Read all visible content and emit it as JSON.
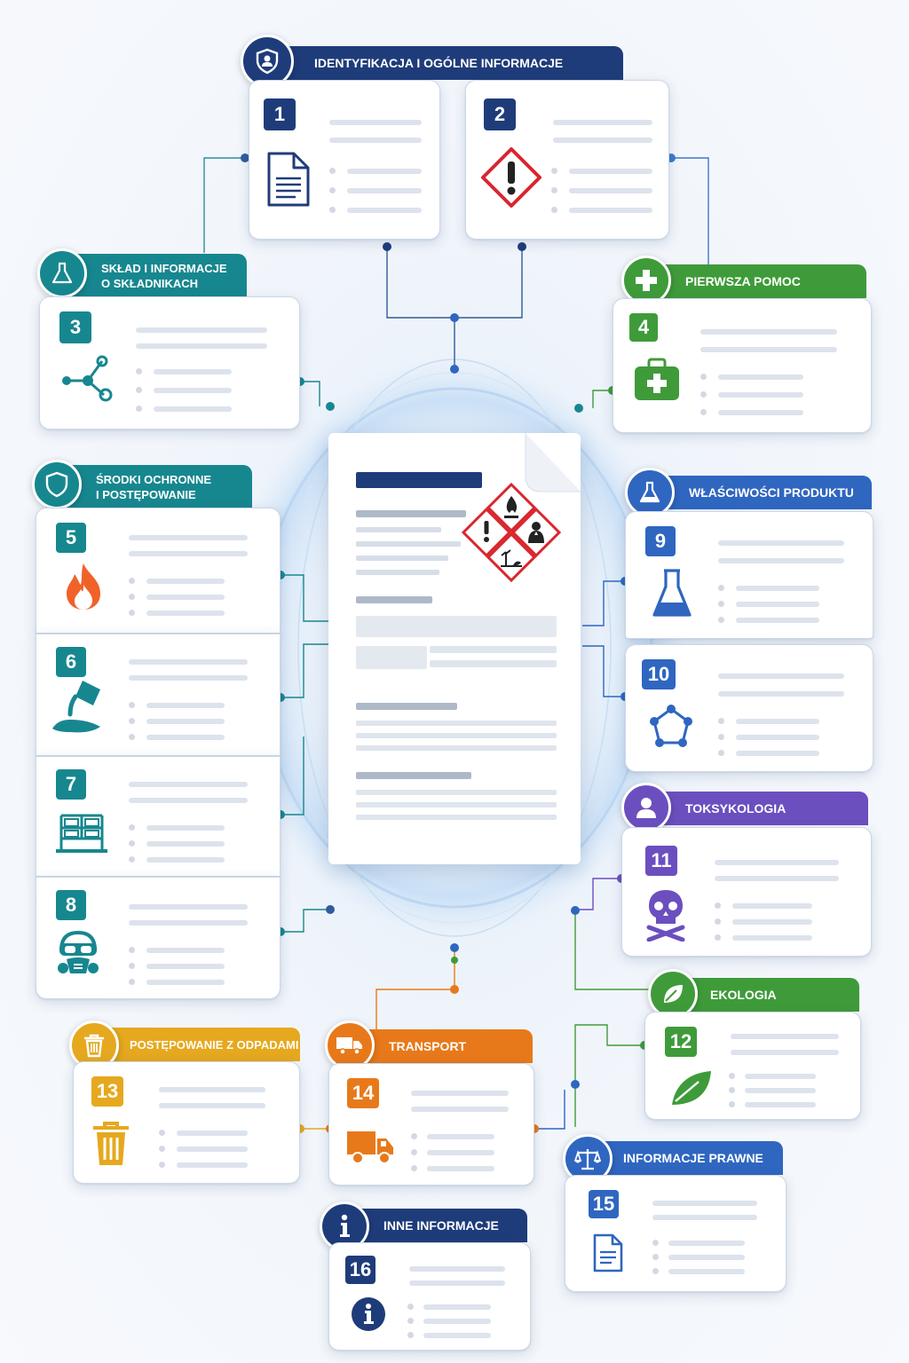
{
  "sections": {
    "identification": {
      "title": "IDENTYFIKACJA I OGÓLNE INFORMACJE",
      "color": "#1f3c7a"
    },
    "composition": {
      "title_line1": "SKŁAD I INFORMACJE",
      "title_line2": "O SKŁADNIKACH",
      "color": "#17878f"
    },
    "first_aid": {
      "title": "PIERWSZA POMOC",
      "color": "#3f9b3a"
    },
    "protection": {
      "title_line1": "ŚRODKI OCHRONNE",
      "title_line2": "I POSTĘPOWANIE",
      "color": "#17878f"
    },
    "properties": {
      "title": "WŁAŚCIWOŚCI PRODUKTU",
      "color": "#2f66c0"
    },
    "toxicology": {
      "title": "TOKSYKOLOGIA",
      "color": "#6b4fbf"
    },
    "ecology": {
      "title": "EKOLOGIA",
      "color": "#3f9b3a"
    },
    "waste": {
      "title": "POSTĘPOWANIE Z ODPADAMI",
      "color": "#e6a81e"
    },
    "transport": {
      "title": "TRANSPORT",
      "color": "#e8791a"
    },
    "legal": {
      "title": "INFORMACJE PRAWNE",
      "color": "#2f66c0"
    },
    "other": {
      "title": "INNE INFORMACJE",
      "color": "#1f3c7a"
    }
  },
  "cards": [
    {
      "n": "1",
      "icon": "document-icon"
    },
    {
      "n": "2",
      "icon": "hazard-exclamation-icon"
    },
    {
      "n": "3",
      "icon": "molecule-icon"
    },
    {
      "n": "4",
      "icon": "first-aid-kit-icon"
    },
    {
      "n": "5",
      "icon": "fire-icon"
    },
    {
      "n": "6",
      "icon": "spill-icon"
    },
    {
      "n": "7",
      "icon": "storage-rack-icon"
    },
    {
      "n": "8",
      "icon": "respirator-mask-icon"
    },
    {
      "n": "9",
      "icon": "flask-icon"
    },
    {
      "n": "10",
      "icon": "molecule-ring-icon"
    },
    {
      "n": "11",
      "icon": "skull-icon"
    },
    {
      "n": "12",
      "icon": "leaf-icon"
    },
    {
      "n": "13",
      "icon": "trash-icon"
    },
    {
      "n": "14",
      "icon": "truck-icon"
    },
    {
      "n": "15",
      "icon": "document-icon"
    },
    {
      "n": "16",
      "icon": "info-icon"
    }
  ],
  "colors": {
    "navy": "#1f3c7a",
    "teal": "#17878f",
    "green": "#3f9b3a",
    "blue": "#2f66c0",
    "purple": "#6b4fbf",
    "amber": "#e6a81e",
    "orange": "#e8791a",
    "hazard_red": "#d9262e"
  }
}
